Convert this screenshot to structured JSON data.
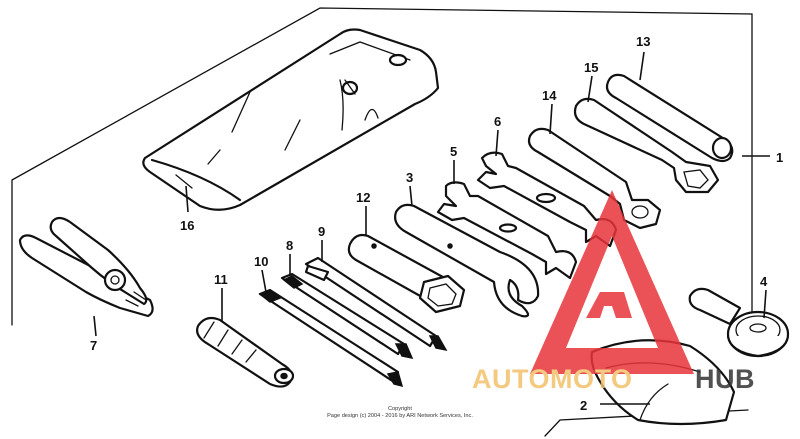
{
  "part_numbers": {
    "n1": "1",
    "n2": "2",
    "n3": "3",
    "n4": "4",
    "n5": "5",
    "n6": "6",
    "n7": "7",
    "n8": "8",
    "n9": "9",
    "n10": "10",
    "n11": "11",
    "n12": "12",
    "n13": "13",
    "n14": "14",
    "n15": "15",
    "n16": "16"
  },
  "copyright": {
    "line1": "Copyright",
    "line2": "Page design (c) 2004 - 2016 by ARI Network Services, Inc."
  },
  "watermark": {
    "text_light": "AUTOMOTO",
    "text_dark": "HUB",
    "color_light": "#f2c16a",
    "color_dark": "#333333",
    "logo_color": "#e8343a"
  }
}
